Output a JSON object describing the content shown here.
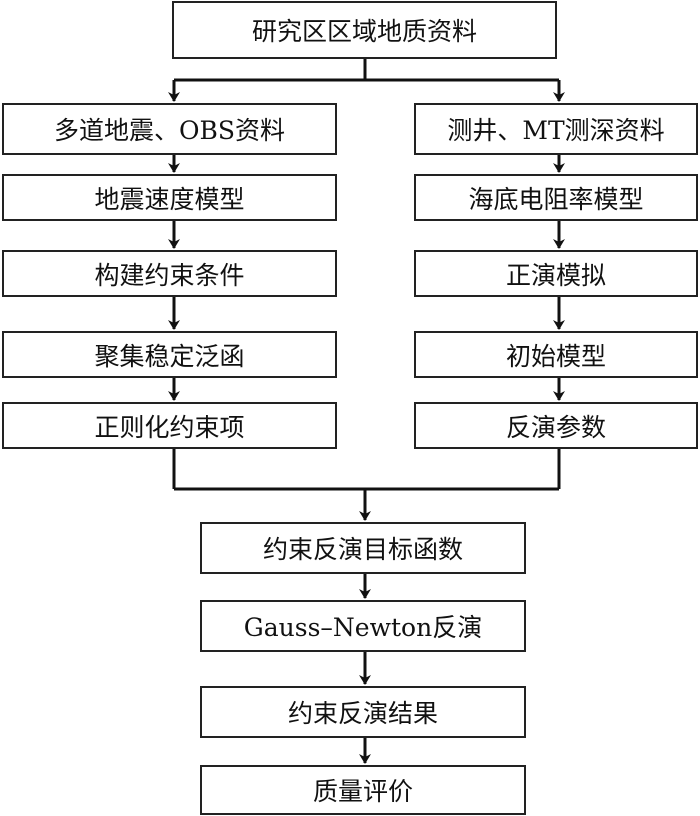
{
  "flowchart": {
    "top": "研究区区域地质资料",
    "left": [
      "多道地震、OBS资料",
      "地震速度模型",
      "构建约束条件",
      "聚集稳定泛函",
      "正则化约束项"
    ],
    "right": [
      "测井、MT测深资料",
      "海底电阻率模型",
      "正演模拟",
      "初始模型",
      "反演参数"
    ],
    "center": [
      "约束反演目标函数",
      "Gauss–Newton反演",
      "约束反演结果",
      "质量评价"
    ]
  }
}
